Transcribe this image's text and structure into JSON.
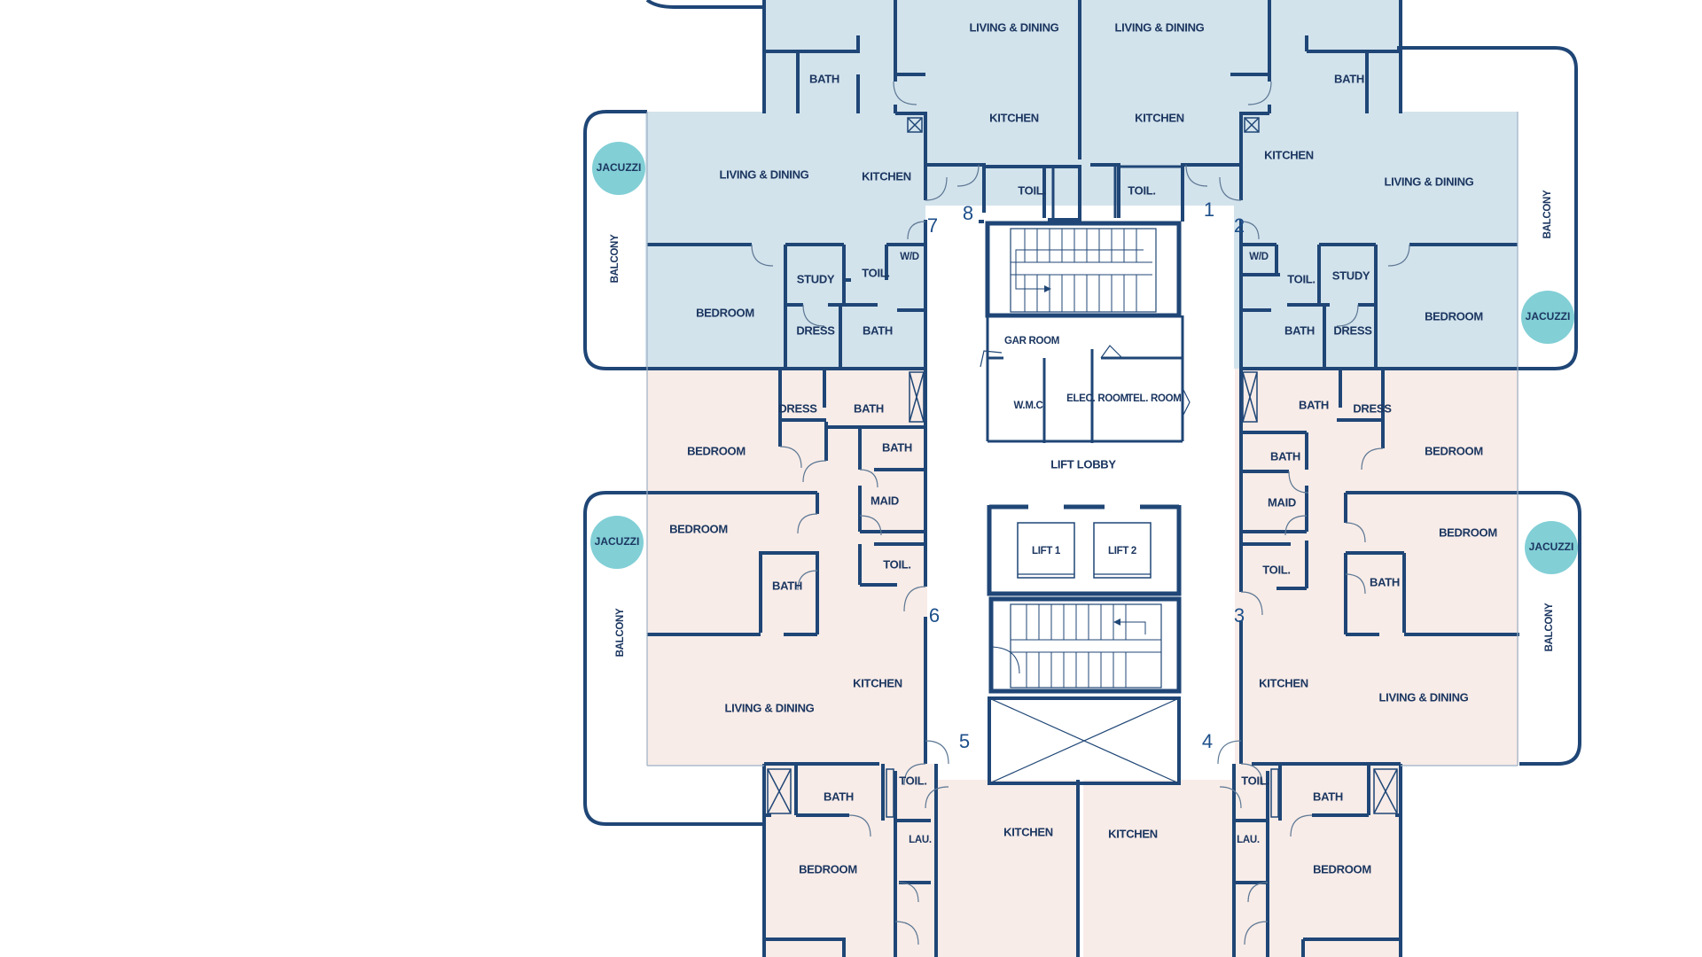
{
  "colors": {
    "wall": "#1f4676",
    "blue_unit_fill": "#d3e3ec",
    "pink_unit_fill": "#f8ece8",
    "jacuzzi_fill": "#82cfd6",
    "unit_number": "#1d4f8a"
  },
  "labels": {
    "living_dining": "LIVING & DINING",
    "kitchen": "KITCHEN",
    "bath": "BATH",
    "toilet": "TOIL.",
    "study": "STUDY",
    "wd": "W/D",
    "bedroom": "BEDROOM",
    "dress": "DRESS",
    "maid": "MAID",
    "laundry": "LAU.",
    "balcony": "BALCONY",
    "jacuzzi": "JACUZZI",
    "gar_room": "GAR ROOM",
    "elec_room": "ELEC. ROOM",
    "tel_room": "TEL. ROOM",
    "wmc": "W.M.C",
    "lift_lobby": "LIFT LOBBY",
    "lift_1": "LIFT 1",
    "lift_2": "LIFT 2"
  },
  "unit_numbers": [
    "1",
    "2",
    "3",
    "4",
    "5",
    "6",
    "7",
    "8"
  ]
}
